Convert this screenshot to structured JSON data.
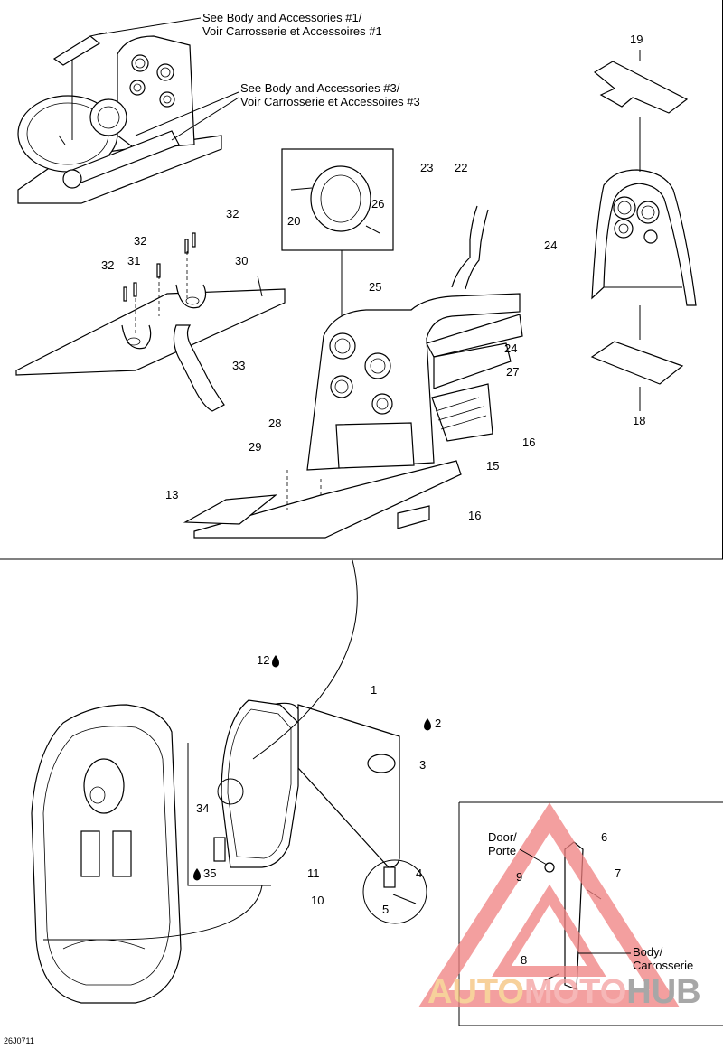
{
  "diagram": {
    "figure_code": "26J0711",
    "notes": {
      "body1_en": "See Body and Accessories #1/",
      "body1_fr": "Voir Carrosserie et Accessoires #1",
      "body3_en": "See Body and Accessories #3/",
      "body3_fr": "Voir Carrosserie et Accessoires #3",
      "door_en": "Door/",
      "door_fr": "Porte",
      "body_en": "Body/",
      "body_fr": "Carrosserie"
    },
    "callouts": {
      "c1": "1",
      "c2": "2",
      "c3": "3",
      "c4": "4",
      "c5": "5",
      "c6": "6",
      "c7": "7",
      "c8": "8",
      "c9": "9",
      "c10": "10",
      "c11": "11",
      "c12": "12",
      "c13": "13",
      "c15": "15",
      "c16a": "16",
      "c16b": "16",
      "c18": "18",
      "c19": "19",
      "c20": "20",
      "c22": "22",
      "c23": "23",
      "c24a": "24",
      "c24b": "24",
      "c25": "25",
      "c26": "26",
      "c27": "27",
      "c28": "28",
      "c29": "29",
      "c30": "30",
      "c31": "31",
      "c32a": "32",
      "c32b": "32",
      "c32c": "32",
      "c33": "33",
      "c34": "34",
      "c35": "35"
    },
    "icons": [
      "drop-icon"
    ]
  },
  "watermark": {
    "part1": "AUTO",
    "part2": "MOTO",
    "part3": "HUB",
    "color_auto": "#f5c27a",
    "color_moto": "#f3a0a0",
    "color_hub": "#8a8a8a",
    "triangle_color": "#f08080"
  }
}
